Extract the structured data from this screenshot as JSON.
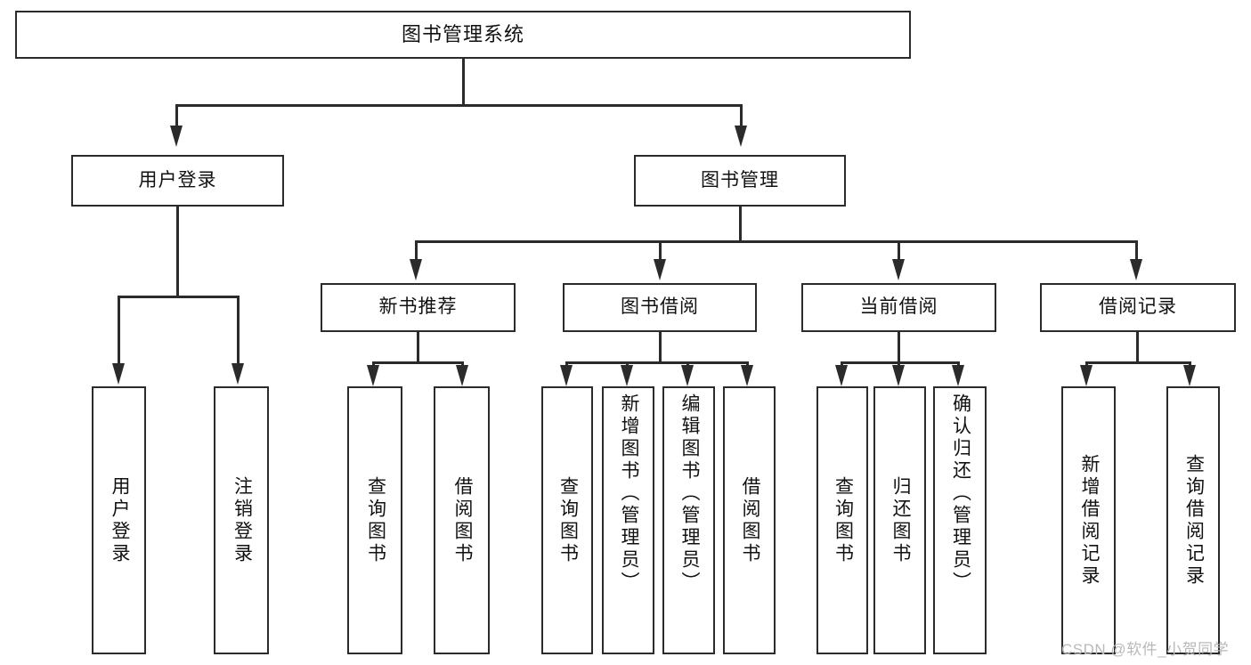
{
  "diagram": {
    "title": "图书管理系统",
    "watermark": "CSDN @软件_小贺同学",
    "colors": {
      "stroke": "#2b2b2b",
      "box_fill": "#ffffff",
      "text": "#111111",
      "watermark": "#b9b9b9",
      "background": "#ffffff"
    }
  },
  "nodes": {
    "root": {
      "label": "图书管理系统"
    },
    "level1": [
      {
        "id": "user-login",
        "label": "用户登录"
      },
      {
        "id": "book-management",
        "label": "图书管理"
      }
    ],
    "level2": [
      {
        "id": "new-book-recommend",
        "label": "新书推荐"
      },
      {
        "id": "book-borrow",
        "label": "图书借阅"
      },
      {
        "id": "current-borrow",
        "label": "当前借阅"
      },
      {
        "id": "borrow-record",
        "label": "借阅记录"
      }
    ],
    "leaves": {
      "user_login": [
        {
          "id": "leaf-user-login",
          "label": "用户登录"
        },
        {
          "id": "leaf-logout-login",
          "label": "注销登录"
        }
      ],
      "new_book_recommend": [
        {
          "id": "leaf-query-book-1",
          "label": "查询图书"
        },
        {
          "id": "leaf-borrow-book-1",
          "label": "借阅图书"
        }
      ],
      "book_borrow": [
        {
          "id": "leaf-query-book-2",
          "label": "查询图书"
        },
        {
          "id": "leaf-add-book-admin",
          "label": "新增图书（管理员）"
        },
        {
          "id": "leaf-edit-book-admin",
          "label": "编辑图书（管理员）"
        },
        {
          "id": "leaf-borrow-book-2",
          "label": "借阅图书"
        }
      ],
      "current_borrow": [
        {
          "id": "leaf-query-book-3",
          "label": "查询图书"
        },
        {
          "id": "leaf-return-book",
          "label": "归还图书"
        },
        {
          "id": "leaf-confirm-return-admin",
          "label": "确认归还（管理员）"
        }
      ],
      "borrow_record": [
        {
          "id": "leaf-add-borrow-record",
          "label": "新增借阅记录"
        },
        {
          "id": "leaf-query-borrow-record",
          "label": "查询借阅记录"
        }
      ]
    }
  }
}
